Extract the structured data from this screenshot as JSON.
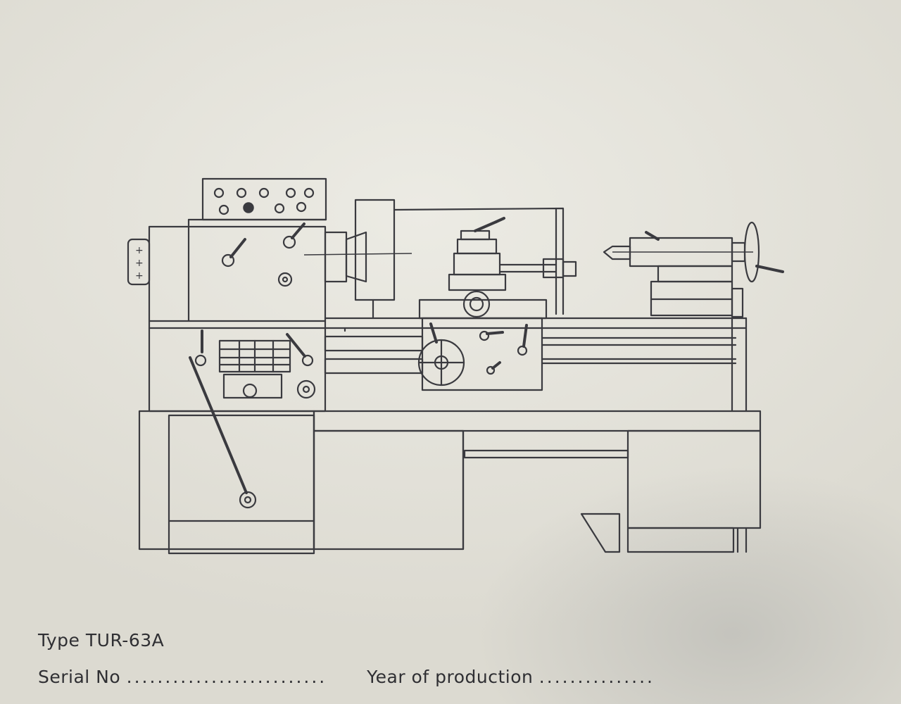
{
  "caption": {
    "type_label": "Type TUR-63A",
    "serial_label": "Serial No",
    "serial_dots": "..........................",
    "year_label": "Year of production",
    "year_dots": "..............."
  },
  "drawing": {
    "subject": "lathe-machine-illustration"
  }
}
